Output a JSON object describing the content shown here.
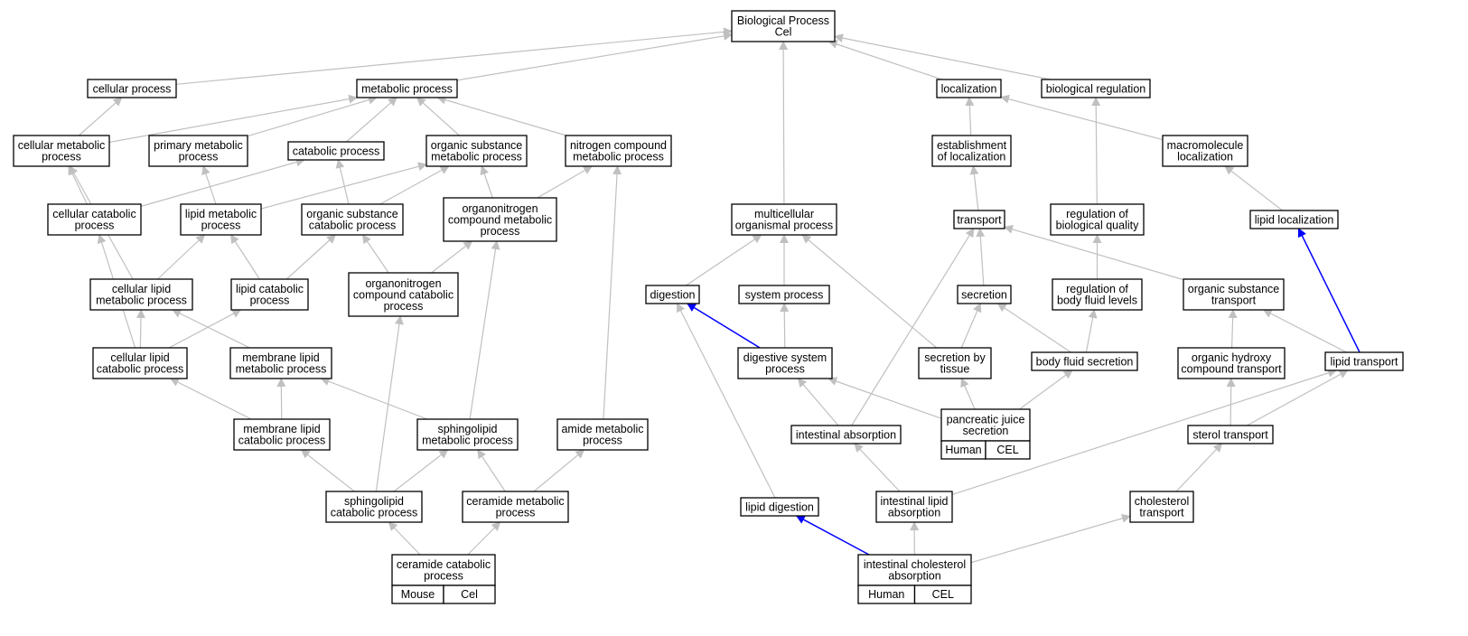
{
  "colors": {
    "edge": "#c0c0c0",
    "highlight_edge": "#0000ff",
    "mouse": "#add8e6",
    "human": "#ff6347"
  },
  "nodes": [
    {
      "id": "bp",
      "label": [
        "Biological Process",
        "Cel"
      ]
    },
    {
      "id": "cellular_process",
      "label": [
        "cellular process"
      ]
    },
    {
      "id": "metabolic_process",
      "label": [
        "metabolic process"
      ]
    },
    {
      "id": "localization",
      "label": [
        "localization"
      ]
    },
    {
      "id": "biological_regulation",
      "label": [
        "biological regulation"
      ]
    },
    {
      "id": "cellular_metabolic_process",
      "label": [
        "cellular metabolic",
        "process"
      ]
    },
    {
      "id": "primary_metabolic_process",
      "label": [
        "primary metabolic",
        "process"
      ]
    },
    {
      "id": "catabolic_process",
      "label": [
        "catabolic process"
      ]
    },
    {
      "id": "organic_substance_metabolic_process",
      "label": [
        "organic substance",
        "metabolic process"
      ]
    },
    {
      "id": "nitrogen_compound_metabolic_process",
      "label": [
        "nitrogen compound",
        "metabolic process"
      ]
    },
    {
      "id": "establishment_of_localization",
      "label": [
        "establishment",
        "of localization"
      ]
    },
    {
      "id": "macromolecule_localization",
      "label": [
        "macromolecule",
        "localization"
      ]
    },
    {
      "id": "cellular_catabolic_process",
      "label": [
        "cellular catabolic",
        "process"
      ]
    },
    {
      "id": "lipid_metabolic_process",
      "label": [
        "lipid metabolic",
        "process"
      ]
    },
    {
      "id": "organic_substance_catabolic_process",
      "label": [
        "organic substance",
        "catabolic process"
      ]
    },
    {
      "id": "organonitrogen_compound_metabolic_process",
      "label": [
        "organonitrogen",
        "compound metabolic",
        "process"
      ]
    },
    {
      "id": "multicellular_organismal_process",
      "label": [
        "multicellular",
        "organismal process"
      ]
    },
    {
      "id": "transport",
      "label": [
        "transport"
      ]
    },
    {
      "id": "regulation_of_biological_quality",
      "label": [
        "regulation of",
        "biological quality"
      ]
    },
    {
      "id": "lipid_localization",
      "label": [
        "lipid localization"
      ]
    },
    {
      "id": "cellular_lipid_metabolic_process",
      "label": [
        "cellular lipid",
        "metabolic process"
      ]
    },
    {
      "id": "lipid_catabolic_process",
      "label": [
        "lipid catabolic",
        "process"
      ]
    },
    {
      "id": "organonitrogen_compound_catabolic_process",
      "label": [
        "organonitrogen",
        "compound catabolic",
        "process"
      ]
    },
    {
      "id": "digestion",
      "label": [
        "digestion"
      ]
    },
    {
      "id": "system_process",
      "label": [
        "system process"
      ]
    },
    {
      "id": "secretion",
      "label": [
        "secretion"
      ]
    },
    {
      "id": "regulation_of_body_fluid_levels",
      "label": [
        "regulation of",
        "body fluid levels"
      ]
    },
    {
      "id": "organic_substance_transport",
      "label": [
        "organic substance",
        "transport"
      ]
    },
    {
      "id": "cellular_lipid_catabolic_process",
      "label": [
        "cellular lipid",
        "catabolic process"
      ]
    },
    {
      "id": "membrane_lipid_metabolic_process",
      "label": [
        "membrane lipid",
        "metabolic process"
      ]
    },
    {
      "id": "digestive_system_process",
      "label": [
        "digestive system",
        "process"
      ]
    },
    {
      "id": "secretion_by_tissue",
      "label": [
        "secretion by",
        "tissue"
      ]
    },
    {
      "id": "body_fluid_secretion",
      "label": [
        "body fluid secretion"
      ]
    },
    {
      "id": "organic_hydroxy_compound_transport",
      "label": [
        "organic hydroxy",
        "compound transport"
      ]
    },
    {
      "id": "lipid_transport",
      "label": [
        "lipid transport"
      ]
    },
    {
      "id": "membrane_lipid_catabolic_process",
      "label": [
        "membrane lipid",
        "catabolic process"
      ]
    },
    {
      "id": "sphingolipid_metabolic_process",
      "label": [
        "sphingolipid",
        "metabolic process"
      ]
    },
    {
      "id": "amide_metabolic_process",
      "label": [
        "amide metabolic",
        "process"
      ]
    },
    {
      "id": "intestinal_absorption",
      "label": [
        "intestinal absorption"
      ]
    },
    {
      "id": "pancreatic_juice_secretion",
      "label": [
        "pancreatic juice",
        "secretion"
      ],
      "annotation": [
        "Human",
        "CEL"
      ],
      "annotation_color": "human"
    },
    {
      "id": "sterol_transport",
      "label": [
        "sterol transport"
      ]
    },
    {
      "id": "sphingolipid_catabolic_process",
      "label": [
        "sphingolipid",
        "catabolic process"
      ]
    },
    {
      "id": "ceramide_metabolic_process",
      "label": [
        "ceramide metabolic",
        "process"
      ]
    },
    {
      "id": "lipid_digestion",
      "label": [
        "lipid digestion"
      ]
    },
    {
      "id": "intestinal_lipid_absorption",
      "label": [
        "intestinal lipid",
        "absorption"
      ]
    },
    {
      "id": "cholesterol_transport",
      "label": [
        "cholesterol",
        "transport"
      ]
    },
    {
      "id": "ceramide_catabolic_process",
      "label": [
        "ceramide catabolic",
        "process"
      ],
      "annotation": [
        "Mouse",
        "Cel"
      ],
      "annotation_color": "mouse"
    },
    {
      "id": "intestinal_cholesterol_absorption",
      "label": [
        "intestinal cholesterol",
        "absorption"
      ],
      "annotation": [
        "Human",
        "CEL"
      ],
      "annotation_color": "human"
    }
  ],
  "edges": [
    {
      "from": "cellular_process",
      "to": "bp"
    },
    {
      "from": "metabolic_process",
      "to": "bp"
    },
    {
      "from": "localization",
      "to": "bp"
    },
    {
      "from": "biological_regulation",
      "to": "bp"
    },
    {
      "from": "multicellular_organismal_process",
      "to": "bp"
    },
    {
      "from": "cellular_metabolic_process",
      "to": "cellular_process"
    },
    {
      "from": "cellular_metabolic_process",
      "to": "metabolic_process"
    },
    {
      "from": "primary_metabolic_process",
      "to": "metabolic_process"
    },
    {
      "from": "catabolic_process",
      "to": "metabolic_process"
    },
    {
      "from": "organic_substance_metabolic_process",
      "to": "metabolic_process"
    },
    {
      "from": "nitrogen_compound_metabolic_process",
      "to": "metabolic_process"
    },
    {
      "from": "establishment_of_localization",
      "to": "localization"
    },
    {
      "from": "macromolecule_localization",
      "to": "localization"
    },
    {
      "from": "cellular_catabolic_process",
      "to": "cellular_metabolic_process"
    },
    {
      "from": "cellular_catabolic_process",
      "to": "catabolic_process"
    },
    {
      "from": "lipid_metabolic_process",
      "to": "primary_metabolic_process"
    },
    {
      "from": "lipid_metabolic_process",
      "to": "organic_substance_metabolic_process"
    },
    {
      "from": "organic_substance_catabolic_process",
      "to": "catabolic_process"
    },
    {
      "from": "organic_substance_catabolic_process",
      "to": "organic_substance_metabolic_process"
    },
    {
      "from": "organonitrogen_compound_metabolic_process",
      "to": "organic_substance_metabolic_process"
    },
    {
      "from": "organonitrogen_compound_metabolic_process",
      "to": "nitrogen_compound_metabolic_process"
    },
    {
      "from": "transport",
      "to": "establishment_of_localization"
    },
    {
      "from": "regulation_of_biological_quality",
      "to": "biological_regulation"
    },
    {
      "from": "lipid_localization",
      "to": "macromolecule_localization"
    },
    {
      "from": "cellular_lipid_metabolic_process",
      "to": "cellular_metabolic_process"
    },
    {
      "from": "cellular_lipid_metabolic_process",
      "to": "lipid_metabolic_process"
    },
    {
      "from": "lipid_catabolic_process",
      "to": "lipid_metabolic_process"
    },
    {
      "from": "lipid_catabolic_process",
      "to": "organic_substance_catabolic_process"
    },
    {
      "from": "organonitrogen_compound_catabolic_process",
      "to": "organic_substance_catabolic_process"
    },
    {
      "from": "organonitrogen_compound_catabolic_process",
      "to": "organonitrogen_compound_metabolic_process"
    },
    {
      "from": "digestion",
      "to": "multicellular_organismal_process"
    },
    {
      "from": "system_process",
      "to": "multicellular_organismal_process"
    },
    {
      "from": "secretion",
      "to": "transport"
    },
    {
      "from": "regulation_of_body_fluid_levels",
      "to": "regulation_of_biological_quality"
    },
    {
      "from": "organic_substance_transport",
      "to": "transport"
    },
    {
      "from": "cellular_lipid_catabolic_process",
      "to": "cellular_catabolic_process"
    },
    {
      "from": "cellular_lipid_catabolic_process",
      "to": "cellular_lipid_metabolic_process"
    },
    {
      "from": "cellular_lipid_catabolic_process",
      "to": "lipid_catabolic_process"
    },
    {
      "from": "membrane_lipid_metabolic_process",
      "to": "cellular_lipid_metabolic_process"
    },
    {
      "from": "digestive_system_process",
      "to": "digestion",
      "highlight": true
    },
    {
      "from": "digestive_system_process",
      "to": "system_process"
    },
    {
      "from": "secretion_by_tissue",
      "to": "multicellular_organismal_process"
    },
    {
      "from": "secretion_by_tissue",
      "to": "secretion"
    },
    {
      "from": "body_fluid_secretion",
      "to": "secretion"
    },
    {
      "from": "body_fluid_secretion",
      "to": "regulation_of_body_fluid_levels"
    },
    {
      "from": "organic_hydroxy_compound_transport",
      "to": "organic_substance_transport"
    },
    {
      "from": "lipid_transport",
      "to": "organic_substance_transport"
    },
    {
      "from": "lipid_transport",
      "to": "lipid_localization",
      "highlight": true
    },
    {
      "from": "membrane_lipid_catabolic_process",
      "to": "cellular_lipid_catabolic_process"
    },
    {
      "from": "membrane_lipid_catabolic_process",
      "to": "membrane_lipid_metabolic_process"
    },
    {
      "from": "sphingolipid_metabolic_process",
      "to": "membrane_lipid_metabolic_process"
    },
    {
      "from": "sphingolipid_metabolic_process",
      "to": "organonitrogen_compound_metabolic_process"
    },
    {
      "from": "amide_metabolic_process",
      "to": "nitrogen_compound_metabolic_process"
    },
    {
      "from": "intestinal_absorption",
      "to": "digestive_system_process"
    },
    {
      "from": "intestinal_absorption",
      "to": "transport"
    },
    {
      "from": "pancreatic_juice_secretion",
      "to": "digestive_system_process"
    },
    {
      "from": "pancreatic_juice_secretion",
      "to": "secretion_by_tissue"
    },
    {
      "from": "pancreatic_juice_secretion",
      "to": "body_fluid_secretion"
    },
    {
      "from": "sterol_transport",
      "to": "organic_hydroxy_compound_transport"
    },
    {
      "from": "sterol_transport",
      "to": "lipid_transport"
    },
    {
      "from": "sphingolipid_catabolic_process",
      "to": "membrane_lipid_catabolic_process"
    },
    {
      "from": "sphingolipid_catabolic_process",
      "to": "sphingolipid_metabolic_process"
    },
    {
      "from": "sphingolipid_catabolic_process",
      "to": "organonitrogen_compound_catabolic_process"
    },
    {
      "from": "ceramide_metabolic_process",
      "to": "sphingolipid_metabolic_process"
    },
    {
      "from": "ceramide_metabolic_process",
      "to": "amide_metabolic_process"
    },
    {
      "from": "lipid_digestion",
      "to": "digestion"
    },
    {
      "from": "intestinal_lipid_absorption",
      "to": "intestinal_absorption"
    },
    {
      "from": "intestinal_lipid_absorption",
      "to": "lipid_transport"
    },
    {
      "from": "cholesterol_transport",
      "to": "sterol_transport"
    },
    {
      "from": "ceramide_catabolic_process",
      "to": "sphingolipid_catabolic_process"
    },
    {
      "from": "ceramide_catabolic_process",
      "to": "ceramide_metabolic_process"
    },
    {
      "from": "intestinal_cholesterol_absorption",
      "to": "lipid_digestion",
      "highlight": true
    },
    {
      "from": "intestinal_cholesterol_absorption",
      "to": "intestinal_lipid_absorption"
    },
    {
      "from": "intestinal_cholesterol_absorption",
      "to": "cholesterol_transport"
    }
  ]
}
